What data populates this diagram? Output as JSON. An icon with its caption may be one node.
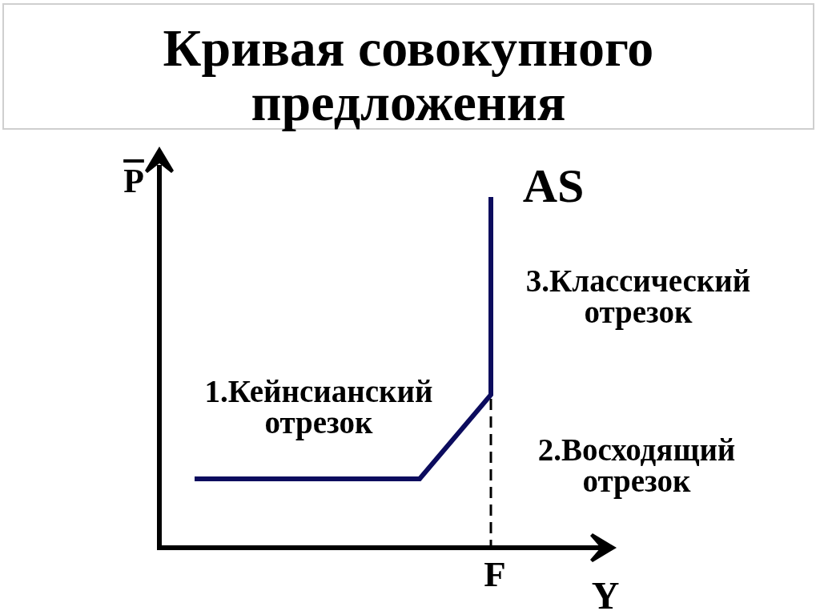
{
  "diagram": {
    "title": "Кривая совокупного предложения",
    "labels": [
      "P",
      "AS",
      "3.Классический отрезок",
      "1.Кейнсианский отрезок",
      "2.Восходящий отрезок",
      "F",
      "Y"
    ]
  }
}
